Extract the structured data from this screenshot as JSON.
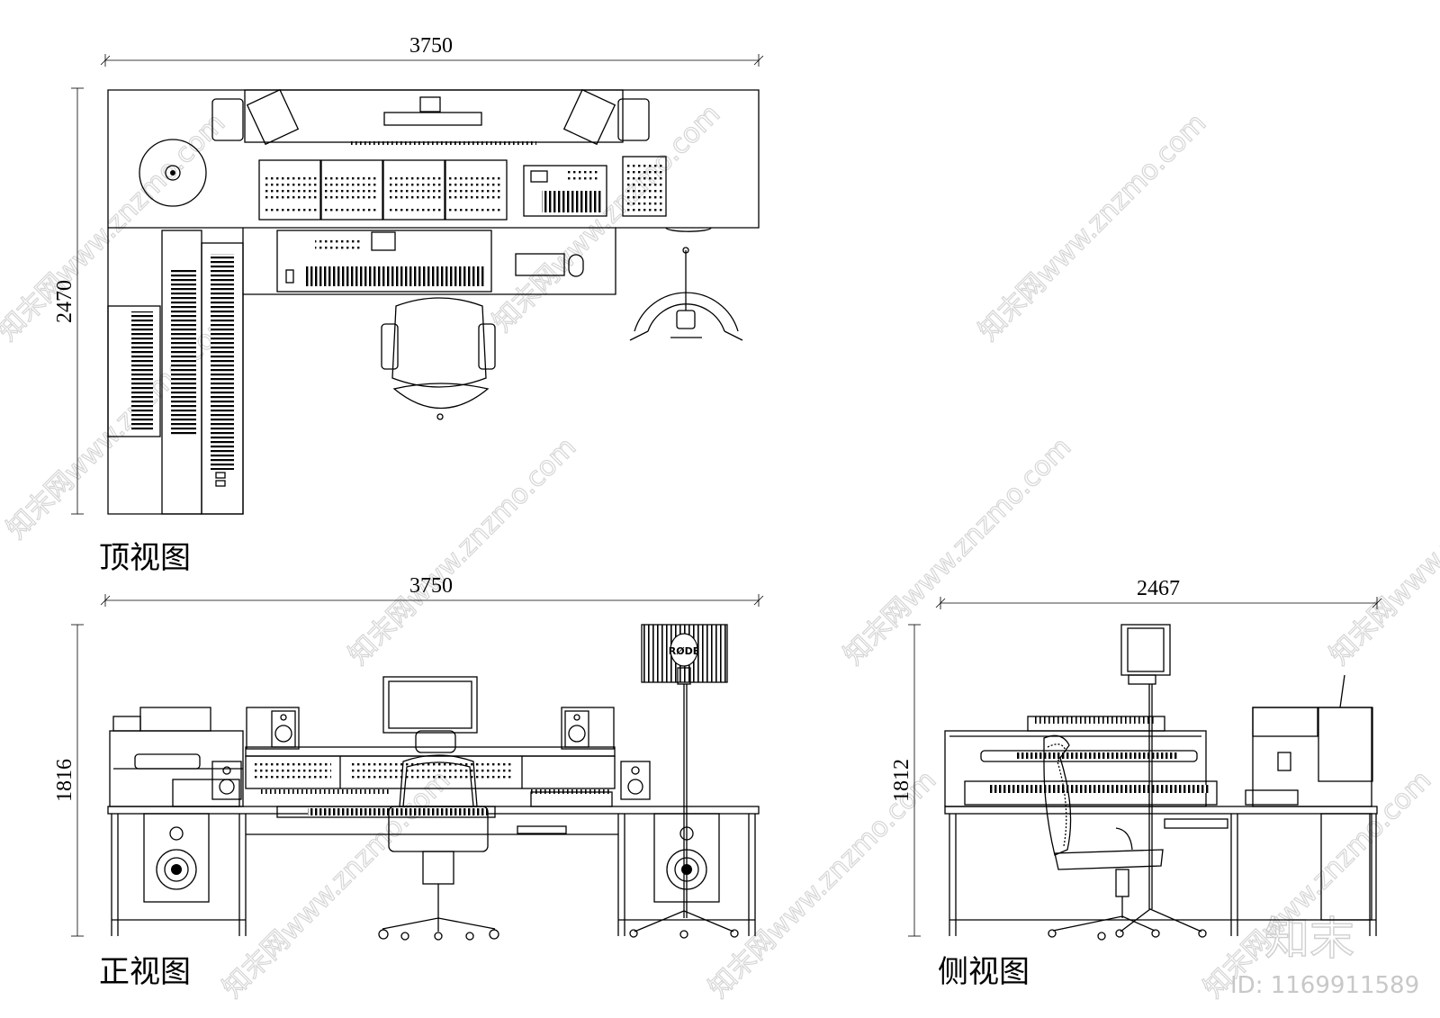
{
  "views": {
    "top": {
      "label": "顶视图",
      "width_dim": "3750",
      "depth_dim": "2470"
    },
    "front": {
      "label": "正视图",
      "width_dim": "3750",
      "height_dim": "1816"
    },
    "side": {
      "label": "侧视图",
      "width_dim": "2467",
      "height_dim": "1812"
    }
  },
  "mic_brand": "RØDE",
  "watermark": {
    "text": "知末网www.znzmo.com",
    "logo": "知末",
    "id": "ID: 1169911589"
  }
}
